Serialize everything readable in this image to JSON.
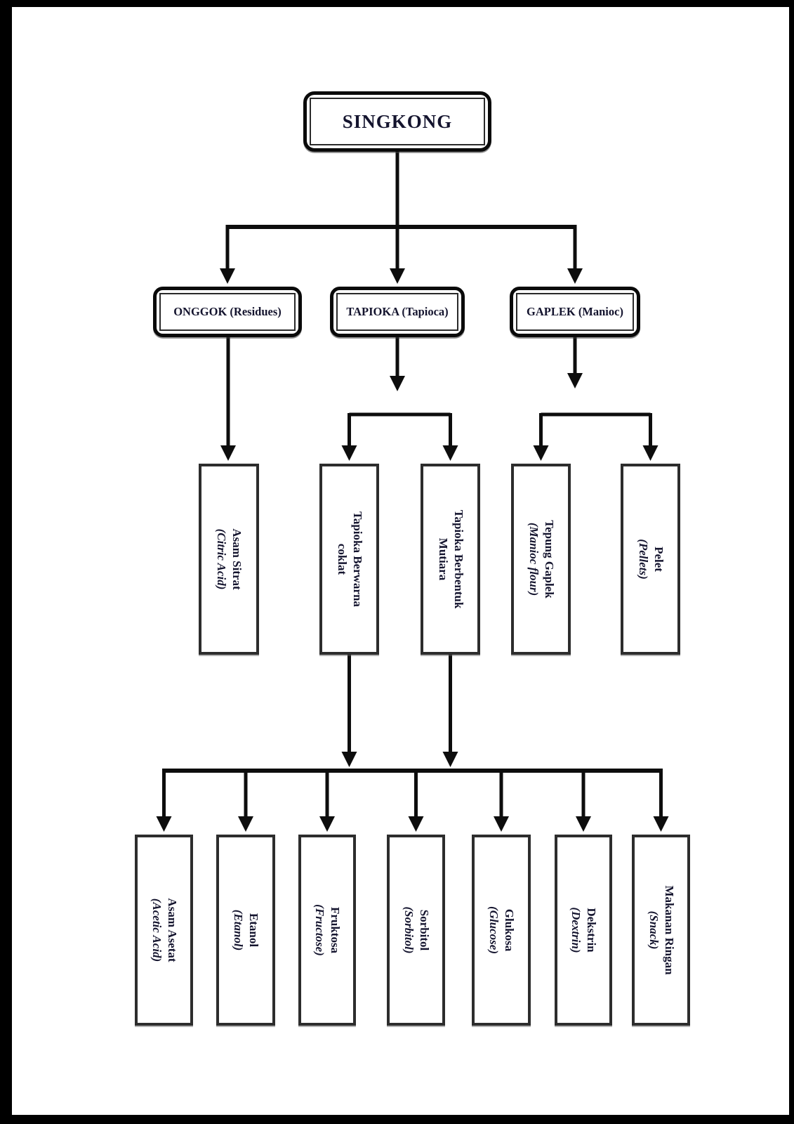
{
  "diagram": {
    "root": {
      "label": "SINGKONG"
    },
    "level2": [
      {
        "parent": "SINGKONG",
        "label": "ONGGOK (Residues)"
      },
      {
        "parent": "SINGKONG",
        "label": "TAPIOKA (Tapioca)"
      },
      {
        "parent": "SINGKONG",
        "label": "GAPLEK (Manioc)"
      }
    ],
    "level3": [
      {
        "parent": "ONGGOK (Residues)",
        "line1": "Asam Sitrat",
        "line2": "(Citric Acid)"
      },
      {
        "parent": "TAPIOKA (Tapioca)",
        "line1": "Tapioka Berwarna",
        "line2": "coklat"
      },
      {
        "parent": "TAPIOKA (Tapioca)",
        "line1": "Tapioka Berbentuk",
        "line2": "Mutiara"
      },
      {
        "parent": "GAPLEK (Manioc)",
        "line1": "Tepung Gaplek",
        "line2": "(Manioc flour)"
      },
      {
        "parent": "GAPLEK (Manioc)",
        "line1": "Pelet",
        "line2": "(Pellets)"
      }
    ],
    "level4": [
      {
        "parent": "Tapioka",
        "line1": "Asam Asetat",
        "line2": "(Acetic Acid)"
      },
      {
        "parent": "Tapioka",
        "line1": "Etanol",
        "line2": "(Etanol)"
      },
      {
        "parent": "Tapioka",
        "line1": "Fruktosa",
        "line2": "(Fructose)"
      },
      {
        "parent": "Tapioka",
        "line1": "Sorbitol",
        "line2": "(Sorbitol)"
      },
      {
        "parent": "Tapioka",
        "line1": "Glukosa",
        "line2": "(Glucose)"
      },
      {
        "parent": "Tapioka",
        "line1": "Dekstrin",
        "line2": "(Dextrin)"
      },
      {
        "parent": "Tapioka",
        "line1": "Makanan Ringan",
        "line2": "(Snack)"
      }
    ],
    "colors": {
      "ink": "#0d0d0d",
      "text": "#14142e",
      "box_border": "#2d2d2d",
      "page_frame": "#000000"
    }
  }
}
